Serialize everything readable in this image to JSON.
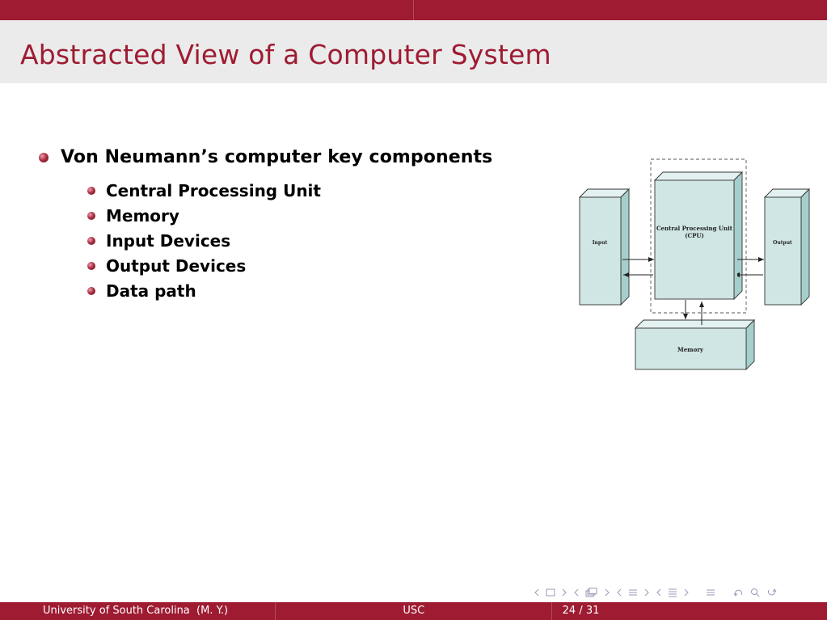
{
  "slide": {
    "title": "Abstracted View of a Computer System",
    "main_bullet": "Von Neumann’s computer key components",
    "sub_bullets": [
      "Central Processing Unit",
      "Memory",
      "Input Devices",
      "Output Devices",
      "Data path"
    ]
  },
  "diagram": {
    "cpu_label_line1": "Central Processing Unit",
    "cpu_label_line2": "(CPU)",
    "input_label": "Input",
    "output_label": "Output",
    "memory_label": "Memory"
  },
  "footer": {
    "left": "University of South Carolina  (M. Y.)",
    "center": "USC",
    "page": "24 / 31"
  },
  "colors": {
    "accent": "#9e1b32",
    "box_face": "#cfe6e4",
    "box_side": "#a5cfcc"
  },
  "nav_icons": [
    "prev-arrow-icon",
    "frame-icon",
    "next-arrow-icon",
    "subsection-icon",
    "section-icon",
    "search-icon"
  ]
}
